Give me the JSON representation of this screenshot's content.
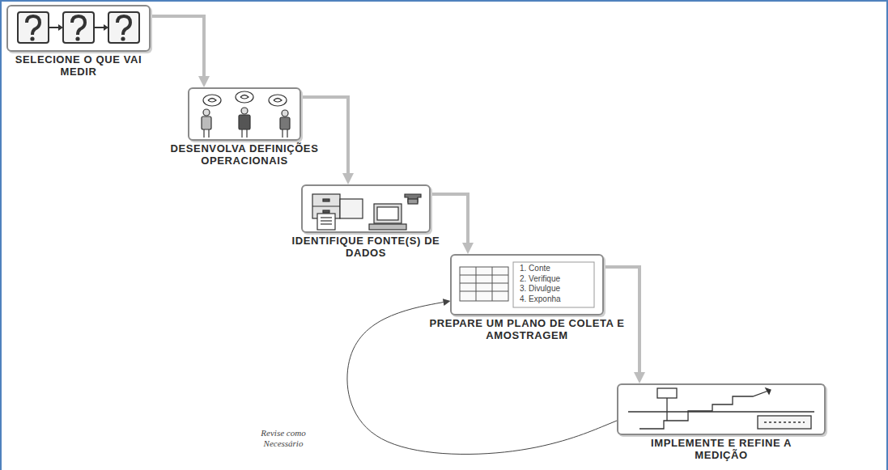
{
  "diagram": {
    "nodes": [
      {
        "text": [
          "SELECIONE O QUE VAI MEDIR"
        ]
      },
      {
        "text": [
          "DESENVOLVA DEFINIÇÕES OPERACIONAIS"
        ]
      },
      {
        "text": [
          "IDENTIFIQUE FONTE(S) DE DADOS"
        ]
      },
      {
        "text": [
          "1. Conte",
          "2. Verifique",
          "3. Divulgue",
          "4. Exponha",
          "PREPARE UM PLANO DE COLETA E AMOSTRAGEM"
        ]
      },
      {
        "text": [
          "IMPLEMENTE E REFINE A MEDIÇÃO"
        ]
      }
    ],
    "edges": [
      {
        "from": 0,
        "to": 1,
        "arrow": "to"
      },
      {
        "from": 1,
        "to": 2,
        "arrow": "to"
      },
      {
        "from": 2,
        "to": 3,
        "arrow": "to"
      },
      {
        "from": 3,
        "to": 4,
        "arrow": "to"
      },
      {
        "from": 4,
        "to": 3,
        "label": "Revise como Necessário",
        "arrow": "to"
      }
    ]
  }
}
